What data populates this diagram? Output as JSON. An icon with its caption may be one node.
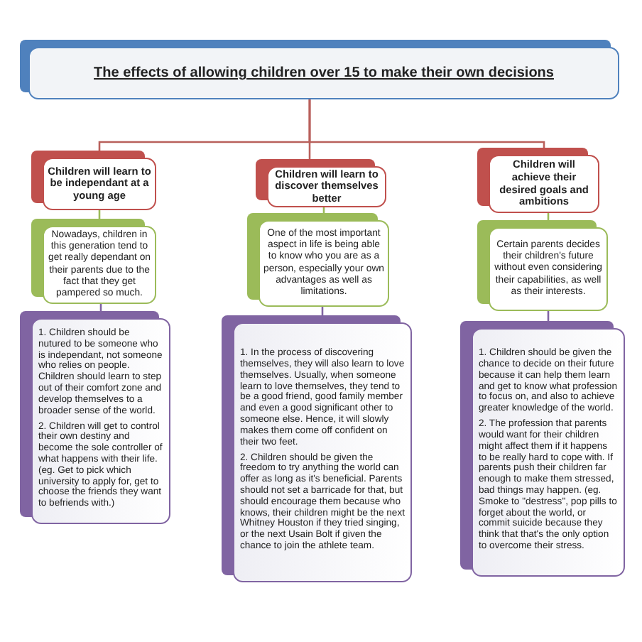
{
  "diagram": {
    "nodes": [
      {
        "text": [
          "The effects of allowing children over 15 to make their own decisions"
        ]
      },
      {
        "text": [
          "Children will learn to be independant at a young age"
        ]
      },
      {
        "text": [
          "Nowadays, children in this generation tend to get really dependant on their parents due to the fact that they get pampered so much."
        ]
      },
      {
        "text": [
          "1. Children should be nutured to be someone who is independant, not someone who relies on people. Children should learn to step out of their comfort zone and develop themselves to a broader sense of the world.",
          "2.  Children will get to control their own destiny and become the sole controller of what happens with their life. (eg. Get to pick which university to apply for, get to choose the friends they want to befriends with.)"
        ]
      },
      {
        "text": [
          "Children will learn to discover themselves better"
        ]
      },
      {
        "text": [
          "One of the most important aspect in life is being able to know who you are as a person, especially your own advantages as well as limitations."
        ]
      },
      {
        "text": [
          "1. In the process of discovering themselves, they will also learn to love themselves. Usually, when someone learn to love themselves, they tend to be a good friend, good family member and even a good significant other to someone else. Hence, it will slowly makes them come off confident on their two feet.",
          "2. Children should be given the freedom to try anything the world can offer as long as it's beneficial. Parents should not set a barricade for that, but should encourage them because who knows, their children might be the next Whitney Houston if they tried singing, or the next Usain Bolt if given the chance to join the athlete team."
        ]
      },
      {
        "text": [
          "Children will achieve their desired goals and ambitions"
        ]
      },
      {
        "text": [
          "Certain parents decides their children's future without even considering their capabilities, as well as their interests."
        ]
      },
      {
        "text": [
          "1. Children should be given the chance to decide on their future because it can help them learn and get to know what profession to focus on, and also to achieve greater knowledge of the world.",
          "2. The profession that parents would want for their children might affect them if it happens to be really hard to cope with. If parents push their children far enough to make them stressed, bad things may happen. (eg. Smoke to \"destress\", pop pills to forget about the world, or commit suicide because they think that that's the only option to overcome their stress."
        ]
      }
    ],
    "edges": [
      {
        "from": 0,
        "to": 1,
        "arrow": "none",
        "color": "#b9605b"
      },
      {
        "from": 0,
        "to": 4,
        "arrow": "none",
        "color": "#b9605b"
      },
      {
        "from": 0,
        "to": 7,
        "arrow": "none",
        "color": "#b9605b"
      },
      {
        "from": 1,
        "to": 2,
        "arrow": "none",
        "color": "#9bbb59"
      },
      {
        "from": 2,
        "to": 3,
        "arrow": "none",
        "color": "#8064a2"
      },
      {
        "from": 4,
        "to": 5,
        "arrow": "none",
        "color": "#9bbb59"
      },
      {
        "from": 5,
        "to": 6,
        "arrow": "none",
        "color": "#8064a2"
      },
      {
        "from": 7,
        "to": 8,
        "arrow": "none",
        "color": "#9bbb59"
      },
      {
        "from": 8,
        "to": 9,
        "arrow": "none",
        "color": "#8064a2"
      }
    ]
  }
}
